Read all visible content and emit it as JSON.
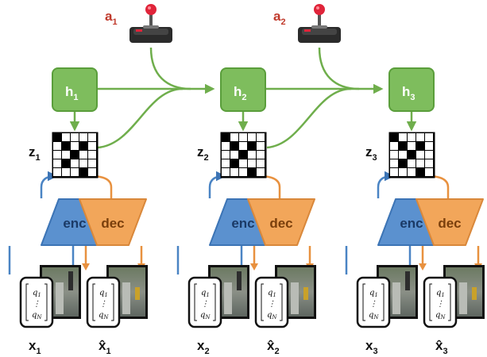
{
  "colors": {
    "green_fill": "#7ebd5d",
    "green_stroke": "#5a9e3b",
    "green_arrow": "#6fae4c",
    "blue_fill": "#5b91cf",
    "blue_stroke": "#3c74b5",
    "orange_fill": "#f2a65a",
    "orange_stroke": "#d9883b",
    "action_red": "#c0392b",
    "text_dark": "#111111"
  },
  "actions": [
    {
      "letter": "a",
      "sub": "1",
      "icon": "joystick-icon"
    },
    {
      "letter": "a",
      "sub": "2",
      "icon": "joystick-icon"
    }
  ],
  "steps": [
    {
      "h": {
        "letter": "h",
        "sub": "1"
      },
      "z": {
        "letter": "z",
        "sub": "1",
        "cells": [
          1,
          0,
          0,
          0,
          0,
          0,
          1,
          0,
          1,
          0,
          0,
          0,
          1,
          0,
          0,
          0,
          1,
          0,
          0,
          0,
          0,
          0,
          0,
          1,
          0
        ]
      },
      "enc": "enc",
      "dec": "dec",
      "x": {
        "letter": "x",
        "sub": "1"
      },
      "xhat": {
        "letter": "x̂",
        "sub": "1"
      },
      "q": {
        "top": "q",
        "top_sub": "1",
        "mid": "⋮",
        "bot": "q",
        "bot_sub": "N"
      }
    },
    {
      "h": {
        "letter": "h",
        "sub": "2"
      },
      "z": {
        "letter": "z",
        "sub": "2",
        "cells": [
          1,
          0,
          0,
          0,
          0,
          0,
          1,
          0,
          1,
          0,
          0,
          0,
          1,
          0,
          0,
          0,
          1,
          0,
          0,
          0,
          0,
          0,
          0,
          1,
          0
        ]
      },
      "enc": "enc",
      "dec": "dec",
      "x": {
        "letter": "x",
        "sub": "2"
      },
      "xhat": {
        "letter": "x̂",
        "sub": "2"
      },
      "q": {
        "top": "q",
        "top_sub": "1",
        "mid": "⋮",
        "bot": "q",
        "bot_sub": "N"
      }
    },
    {
      "h": {
        "letter": "h",
        "sub": "3"
      },
      "z": {
        "letter": "z",
        "sub": "3",
        "cells": [
          1,
          0,
          0,
          0,
          0,
          0,
          1,
          0,
          1,
          0,
          0,
          0,
          1,
          0,
          0,
          0,
          1,
          0,
          0,
          0,
          0,
          0,
          0,
          1,
          0
        ]
      },
      "enc": "enc",
      "dec": "dec",
      "x": {
        "letter": "x",
        "sub": "3"
      },
      "xhat": {
        "letter": "x̂",
        "sub": "3"
      },
      "q": {
        "top": "q",
        "top_sub": "1",
        "mid": "⋮",
        "bot": "q",
        "bot_sub": "N"
      }
    }
  ]
}
